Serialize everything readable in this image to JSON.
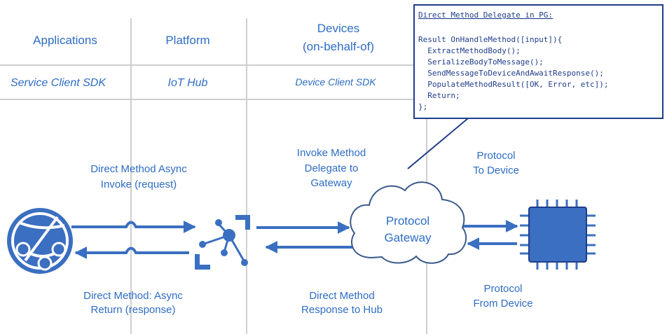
{
  "headers": {
    "applications": "Applications",
    "platform": "Platform",
    "devices_line1": "Devices",
    "devices_line2": "(on-behalf-of)"
  },
  "sdks": {
    "service": "Service Client SDK",
    "iothub": "IoT Hub",
    "device": "Device Client SDK"
  },
  "callout": {
    "title": "Direct Method Delegate in PG:",
    "lines": [
      "Result OnHandleMethod([input]){",
      "  ExtractMethodBody();",
      "  SerializeBodyToMessage();",
      "  SendMessageToDeviceAndAwaitResponse();",
      "  PopulateMethodResult([OK, Error, etc]);",
      "  Return;",
      "};"
    ]
  },
  "labels": {
    "invoke_request_1": "Direct Method Async",
    "invoke_request_2": "Invoke (request)",
    "async_return_1": "Direct Method: Async",
    "async_return_2": "Return (response)",
    "invoke_delegate_1": "Invoke Method",
    "invoke_delegate_2": "Delegate to",
    "invoke_delegate_3": "Gateway",
    "response_hub_1": "Direct Method",
    "response_hub_2": "Response to Hub",
    "to_device_1": "Protocol",
    "to_device_2": "To Device",
    "from_device_1": "Protocol",
    "from_device_2": "From Device",
    "gateway_1": "Protocol",
    "gateway_2": "Gateway"
  },
  "icons": [
    "web-app-icon",
    "iot-hub-icon",
    "cloud-gateway-icon",
    "device-chip-icon"
  ],
  "colors": {
    "accent": "#2e6dc4",
    "icon_blue": "#3a6fc1",
    "grid_gray": "#cfcfcf",
    "code_blue": "#1f3d8a"
  }
}
